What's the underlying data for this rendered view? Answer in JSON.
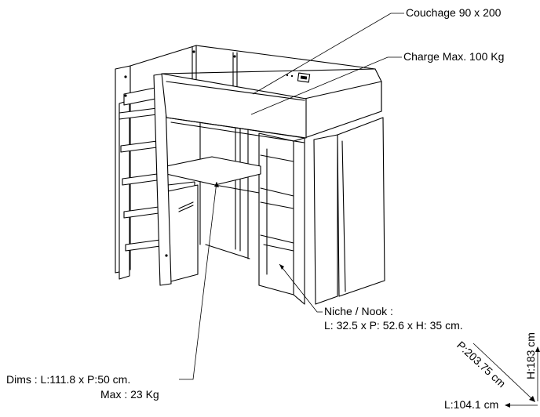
{
  "annotations": {
    "couchage": "Couchage 90 x 200",
    "charge": "Charge Max. 100 Kg",
    "niche_title": "Niche / Nook :",
    "niche_dims": "L: 32.5 x P: 52.6 x H: 35 cm.",
    "desk_dims": "Dims : L:111.8 x P:50 cm.",
    "desk_max": "Max : 23 Kg"
  },
  "dimensions": {
    "height": "H:183 cm",
    "depth": "P:203.75 cm",
    "length": "L:104.1 cm"
  }
}
